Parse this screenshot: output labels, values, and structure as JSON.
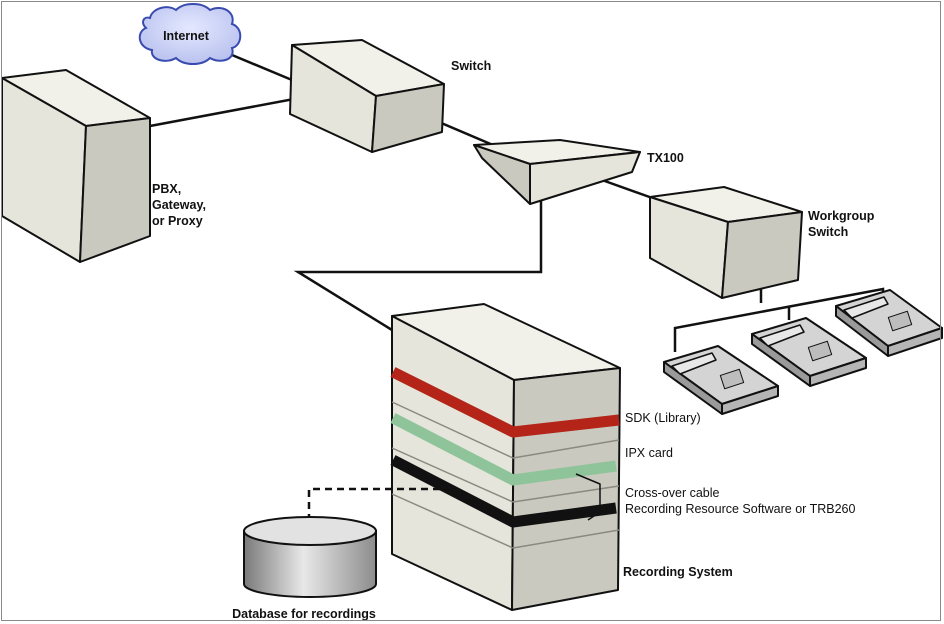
{
  "labels": {
    "internet": "Internet",
    "switch": "Switch",
    "tx100": "TX100",
    "pbx_line1": "PBX,",
    "pbx_line2": "Gateway,",
    "pbx_line3": "or Proxy",
    "workgroup_line1": "Workgroup",
    "workgroup_line2": "Switch",
    "sdk": "SDK (Library)",
    "ipx": "IPX card",
    "crossover": "Cross-over cable",
    "recording_resource": "Recording Resource Software or TRB260",
    "recording_system": "Recording System",
    "database": "Database for recordings"
  },
  "colors": {
    "box_front": "#e5e5dc",
    "box_side": "#c9c9bf",
    "box_top": "#f1f1ea",
    "outline": "#111111",
    "sdk_band": "#b42418",
    "ipx_band": "#8fc49a",
    "cable_band": "#111111",
    "cloud_fill": "#c7cdf2",
    "cloud_stroke": "#3a4bb0"
  }
}
